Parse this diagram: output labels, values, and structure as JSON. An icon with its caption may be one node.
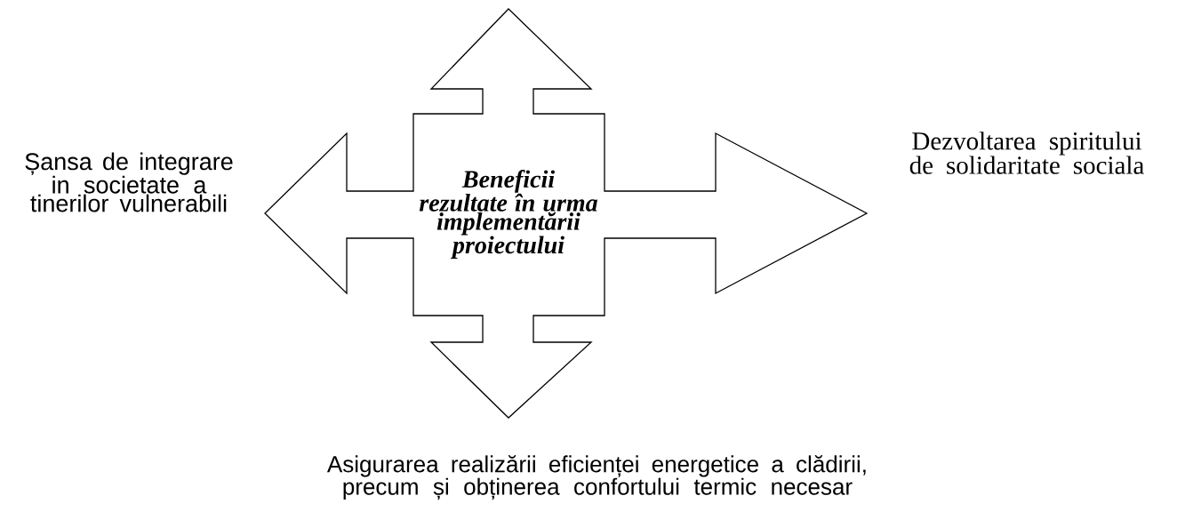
{
  "diagram": {
    "nodes": [
      {
        "text": [
          "Beneficii rezultate în urma implementării proiectului"
        ]
      }
    ],
    "labels": [
      "Șansa de integrare in societate a tinerilor vulnerabili",
      "Dezvoltarea spiritului de solidaritate sociala",
      "Asigurarea realizării eficienței energetice a clădirii, precum și obținerea confortului termic necesar"
    ]
  }
}
